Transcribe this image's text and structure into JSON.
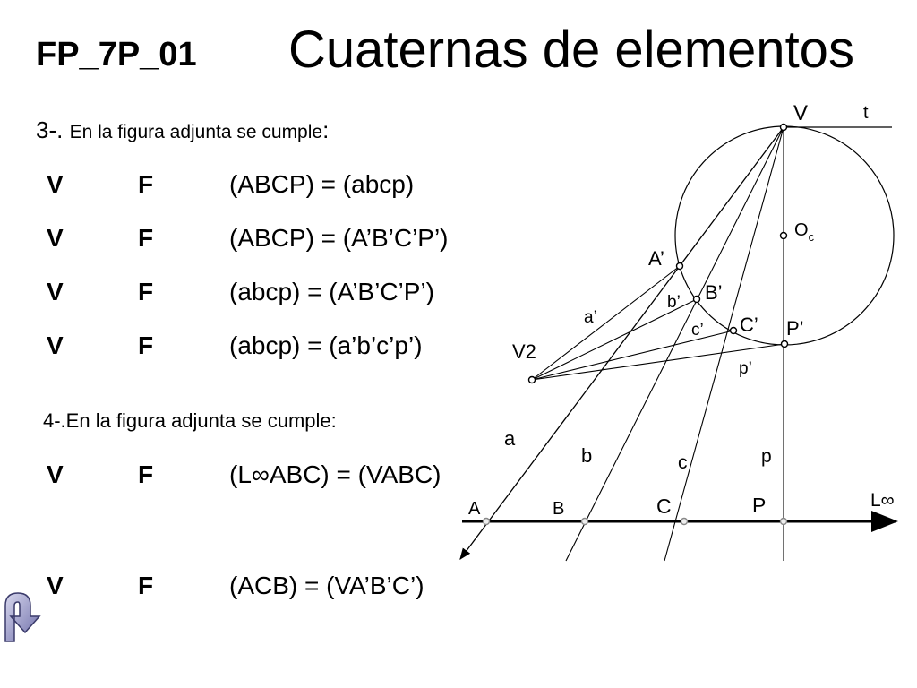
{
  "header": {
    "code": "FP_7P_01",
    "title": "Cuaternas de elementos"
  },
  "question3": {
    "number": "3-.",
    "prompt": "En la figura adjunta se cumple",
    "colon": ":",
    "items": [
      {
        "v": "V",
        "f": "F",
        "statement": "(ABCP) = (abcp)"
      },
      {
        "v": "V",
        "f": "F",
        "statement": "(ABCP) = (A’B’C’P’)"
      },
      {
        "v": "V",
        "f": "F",
        "statement": "(abcp) = (A’B’C’P’)"
      },
      {
        "v": "V",
        "f": "F",
        "statement": "(abcp) = (a’b’c’p’)"
      }
    ]
  },
  "question4": {
    "prompt": "4-.En la figura adjunta se cumple:",
    "items": [
      {
        "v": "V",
        "f": "F",
        "statement": "(L∞ABC) = (VABC)"
      },
      {
        "v": "V",
        "f": "F",
        "statement": "(ACB) = (VA’B’C’)"
      }
    ]
  },
  "diagram": {
    "labels": {
      "V": "V",
      "t": "t",
      "Oc_main": "O",
      "Oc_sub": "c",
      "A_prime": "A’",
      "B_prime": "B’",
      "C_prime": "C’",
      "P_prime": "P’",
      "a_prime": "a’",
      "b_prime": "b’",
      "c_prime": "c’",
      "p_prime": "p’",
      "V2": "V2",
      "a": "a",
      "b": "b",
      "c": "c",
      "p": "p",
      "A": "A",
      "B": "B",
      "C": "C",
      "P": "P",
      "Linf": "L∞"
    }
  },
  "nav": {
    "icon": "return-arrow-icon"
  }
}
